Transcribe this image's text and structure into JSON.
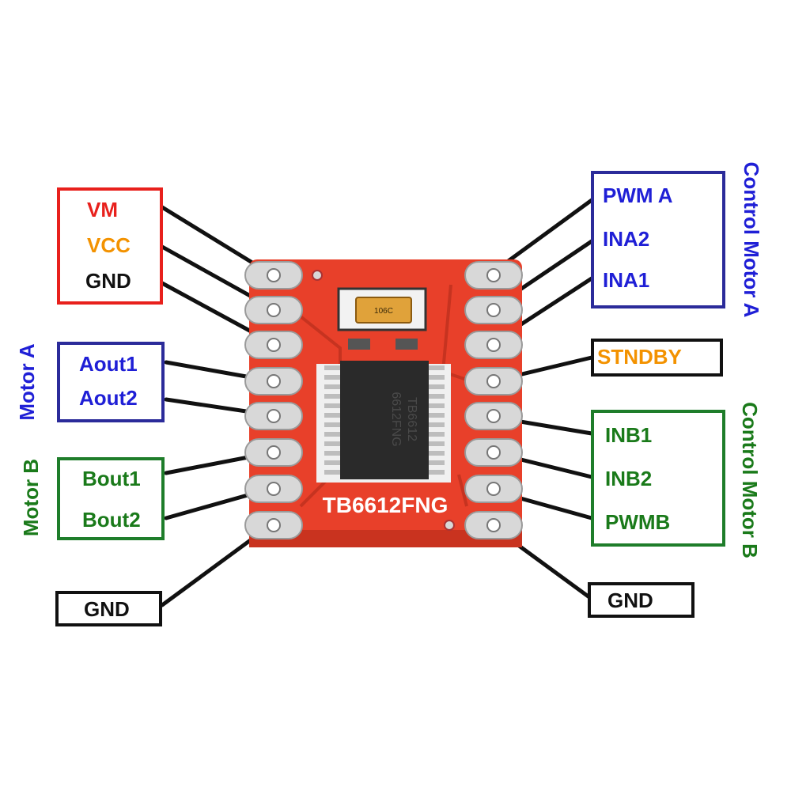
{
  "colors": {
    "red": "#e8201c",
    "orange": "#f39200",
    "black": "#111111",
    "blue": "#1f1fd6",
    "blue_box": "#2b2b9a",
    "green": "#1a7a1a",
    "green_box": "#1e7d2a",
    "pcb": "#e8402a",
    "pad": "#d8d8d8"
  },
  "board": {
    "name": "TB6612FNG",
    "chip_text_line1": "TB6612",
    "chip_text_line2": "6612FNG",
    "cap_text": "106C"
  },
  "left": {
    "power": {
      "pins": [
        "VM",
        "VCC",
        "GND"
      ]
    },
    "motor_a": {
      "title": "Motor A",
      "pins": [
        "Aout1",
        "Aout2"
      ]
    },
    "motor_b": {
      "title": "Motor B",
      "pins": [
        "Bout1",
        "Bout2"
      ]
    },
    "gnd": "GND"
  },
  "right": {
    "control_a": {
      "title": "Control Motor A",
      "pins": [
        "PWM A",
        "INA2",
        "INA1"
      ]
    },
    "standby": "STNDBY",
    "control_b": {
      "title": "Control Motor B",
      "pins": [
        "INB1",
        "INB2",
        "PWMB"
      ]
    },
    "gnd": "GND"
  }
}
